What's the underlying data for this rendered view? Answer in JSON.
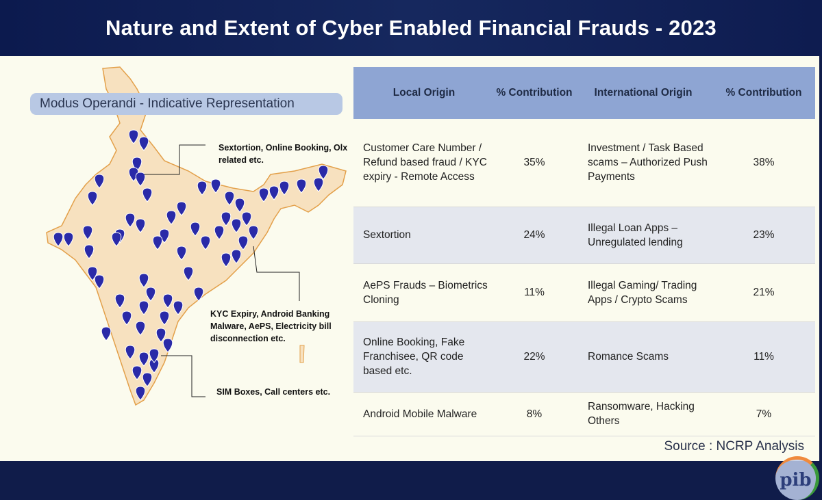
{
  "title": "Nature and Extent of Cyber Enabled Financial Frauds - 2023",
  "map": {
    "badge": "Modus Operandi - Indicative Representation",
    "callouts": [
      "Sextortion, Online Booking, Olx related etc.",
      "KYC Expiry, Android Banking Malware, AePS, Electricity bill disconnection etc.",
      "SIM Boxes, Call centers etc."
    ],
    "pin_color": "#2a2aa8",
    "map_fill": "#f7e1bf",
    "map_stroke": "#e3a04a"
  },
  "table": {
    "headers": [
      "Local Origin",
      "% Contribution",
      "International Origin",
      "% Contribution"
    ],
    "rows": [
      {
        "local": "Customer Care Number / Refund based fraud / KYC expiry - Remote Access",
        "local_pct": "35%",
        "intl": "Investment / Task Based scams – Authorized Push Payments",
        "intl_pct": "38%"
      },
      {
        "local": "Sextortion",
        "local_pct": "24%",
        "intl": "Illegal Loan Apps – Unregulated lending",
        "intl_pct": "23%"
      },
      {
        "local": "AePS Frauds – Biometrics Cloning",
        "local_pct": "11%",
        "intl": "Illegal Gaming/ Trading Apps / Crypto Scams",
        "intl_pct": "21%"
      },
      {
        "local": "Online Booking, Fake Franchisee, QR code based etc.",
        "local_pct": "22%",
        "intl": "Romance Scams",
        "intl_pct": "11%"
      },
      {
        "local": "Android Mobile Malware",
        "local_pct": "8%",
        "intl": "Ransomware, Hacking Others",
        "intl_pct": "7%"
      }
    ]
  },
  "source": "Source : NCRP Analysis",
  "logo": "pib"
}
